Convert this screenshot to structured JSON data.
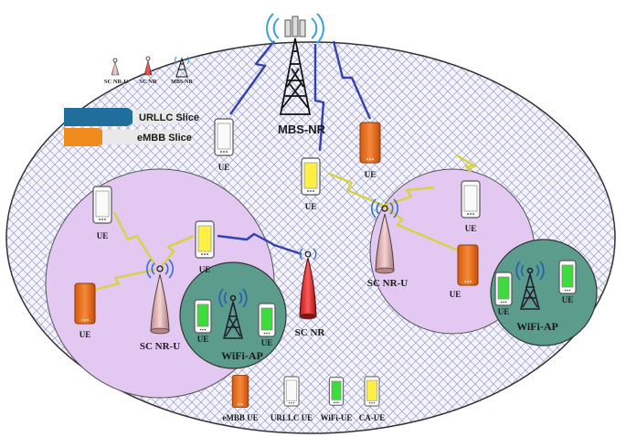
{
  "labels": {
    "mbs": "MBS-NR",
    "ue": "UE",
    "sc_nru": "SC NR-U",
    "sc_nr": "SC NR",
    "wifi_ap": "WiFi-AP"
  },
  "top_legend": {
    "items": [
      {
        "label": "SC NR-U"
      },
      {
        "label": "SC NR"
      },
      {
        "label": "MBS-NR"
      }
    ],
    "slices": [
      {
        "label": "URLLC Slice",
        "color": "#1f6e9c"
      },
      {
        "label": "eMBB Slice",
        "color": "#f08a1c"
      }
    ]
  },
  "bottom_legend": [
    {
      "label": "eMBB UE",
      "color": "#e8701e"
    },
    {
      "label": "URLLC UE",
      "color": "#ffffff"
    },
    {
      "label": "WiFi-UE",
      "color": "#3ddc3d"
    },
    {
      "label": "CA-UE",
      "color": "#ffee44"
    }
  ],
  "colors": {
    "macro_cell": "#d0d0f0",
    "small_cell": "#e3c8f2",
    "wifi_cell": "#5c9c8c",
    "link_blue": "#3240b0",
    "link_yellow": "#f3ee7a"
  }
}
